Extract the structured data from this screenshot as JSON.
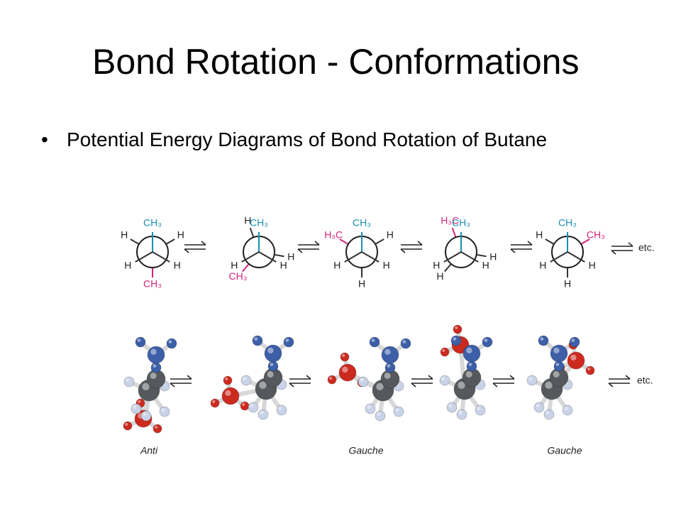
{
  "slide": {
    "title": "Bond Rotation - Conformations",
    "bullet_symbol": "•",
    "bullet_text": "Potential Energy Diagrams of Bond Rotation of Butane"
  },
  "labels": {
    "H": "H",
    "CH3": "CH₃",
    "H3C": "H₃C",
    "etc": "etc.",
    "anti": "Anti",
    "gauche": "Gauche"
  },
  "colors": {
    "front_bond": "#1a8fb0",
    "methyl": "#d6247a",
    "text": "#222222",
    "carbon": "#55585c",
    "hydrogen": "#c9d3e8",
    "methyl_carbon": "#3c5fa8",
    "oxygen": "#cc2a1f"
  }
}
